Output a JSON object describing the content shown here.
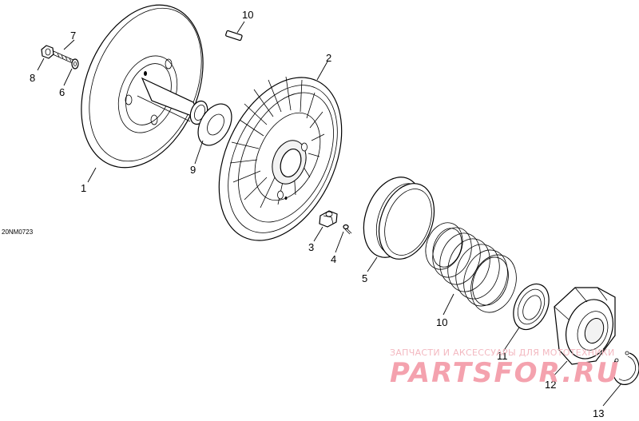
{
  "drawing_code": "20NM0723",
  "callouts": [
    "1",
    "2",
    "3",
    "4",
    "5",
    "6",
    "7",
    "8",
    "9",
    "10",
    "11",
    "12",
    "13"
  ],
  "watermark": {
    "caption": "ЗАПЧАСТИ И АКСЕССУАРЫ ДЛЯ МОТОТЕХНИКИ",
    "brand": "PARTSFOR.RU"
  }
}
